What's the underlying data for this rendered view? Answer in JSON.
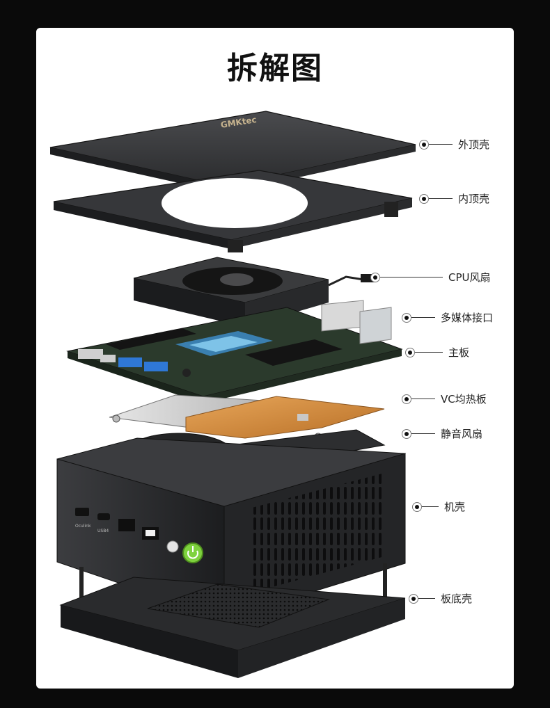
{
  "title": "拆解图",
  "brand_logo": "GMKtec",
  "parts": [
    {
      "name": "outer-top-shell",
      "label": "外顶壳"
    },
    {
      "name": "inner-top-shell",
      "label": "内顶壳"
    },
    {
      "name": "cpu-fan",
      "label": "CPU风扇"
    },
    {
      "name": "multimedia-ports",
      "label": "多媒体接口"
    },
    {
      "name": "mainboard",
      "label": "主板"
    },
    {
      "name": "vc-heatsink",
      "label": "VC均热板"
    },
    {
      "name": "silent-fan",
      "label": "静音风扇"
    },
    {
      "name": "chassis",
      "label": "机壳"
    },
    {
      "name": "bottom-shell",
      "label": "板底壳"
    }
  ],
  "front_port_labels": [
    "Oculink",
    "USB4"
  ],
  "colors": {
    "background": "#0a0a0a",
    "card": "#ffffff",
    "metal_dark": "#2e2f31",
    "board_green": "#2b3a2c",
    "copper": "#d08a3a",
    "usb_blue": "#2f78d6",
    "power_green": "#7ed23e"
  }
}
